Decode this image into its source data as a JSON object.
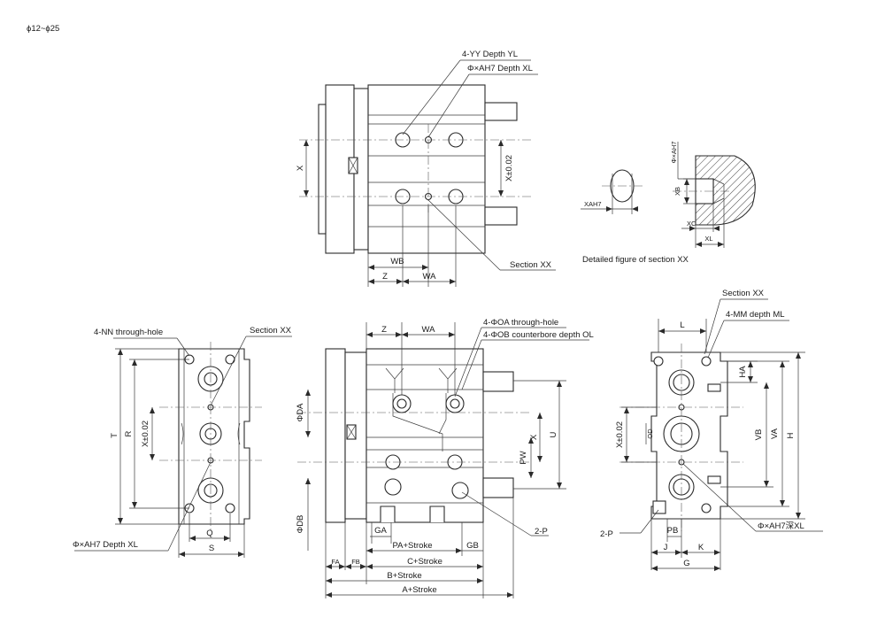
{
  "header": {
    "size_range": "ϕ12~ϕ25"
  },
  "top_view": {
    "yy_depth": "4-YY Depth YL",
    "hole_depth": "Φ×AH7 Depth XL",
    "x": "X",
    "x_tol": "X±0.02",
    "wb": "WB",
    "z": "Z",
    "wa": "WA",
    "section": "Section XX"
  },
  "detail": {
    "xah7": "XAH7",
    "phi_xah7": "Φ×AH7",
    "xb": "XB",
    "xc": "XC",
    "xl": "XL",
    "caption": "Detailed figure of section XX"
  },
  "left_view": {
    "nn": "4-NN through-hole",
    "section": "Section XX",
    "t": "T",
    "r": "R",
    "x_tol": "X±0.02",
    "q": "Q",
    "s": "S",
    "hole": "Φ×AH7 Depth XL"
  },
  "front_view": {
    "z": "Z",
    "wa": "WA",
    "oa": "4-ΦOA through-hole",
    "ob": "4-ΦOB counterbore depth OL",
    "da": "ΦDA",
    "db": "ΦDB",
    "x": "X",
    "u": "U",
    "pw": "PW",
    "ga": "GA",
    "pa": "PA+Stroke",
    "gb": "GB",
    "p2": "2-P",
    "fa": "FA",
    "fb": "FB",
    "c": "C+Stroke",
    "b": "B+Stroke",
    "a": "A+Stroke"
  },
  "right_view": {
    "section": "Section XX",
    "mm": "4-MM depth ML",
    "l": "L",
    "ha": "HA",
    "x_tol": "X±0.02",
    "od": "OD",
    "vb": "VB",
    "va": "VA",
    "h": "H",
    "p2": "2-P",
    "pb": "PB",
    "j": "J",
    "k": "K",
    "g": "G",
    "hole": "Φ×AH7深XL"
  }
}
